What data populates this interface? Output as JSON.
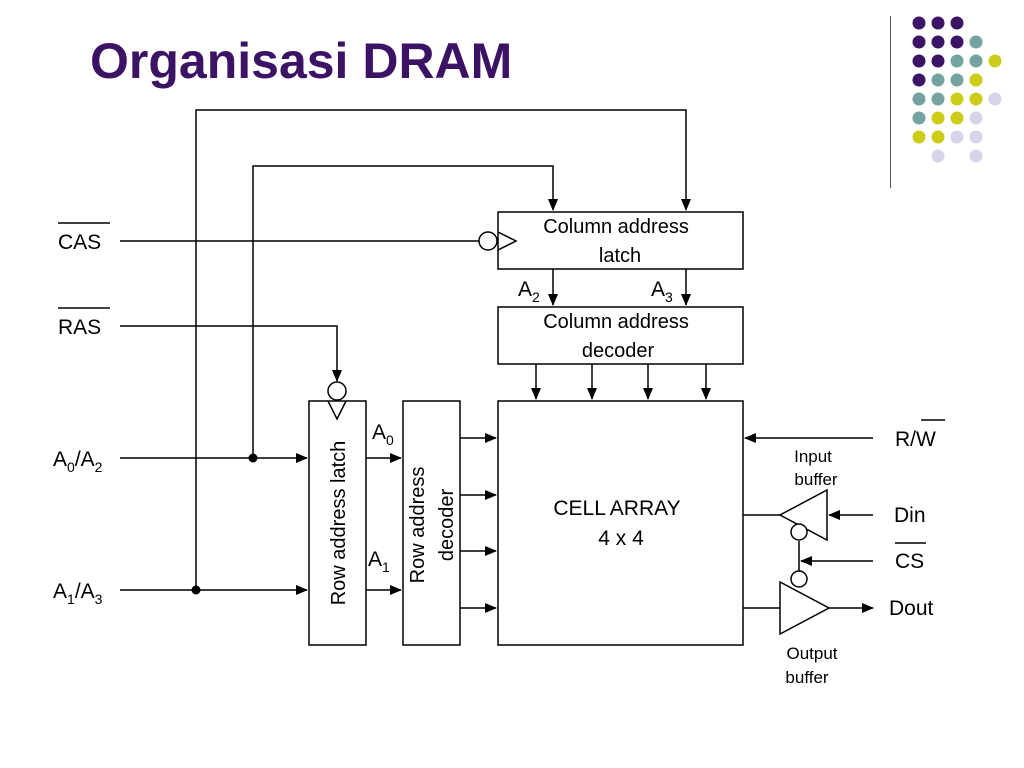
{
  "slide": {
    "title": "Organisasi DRAM"
  },
  "decoration": {
    "dot_colors": {
      "purple": "#3b1466",
      "teal": "#74a3a1",
      "yellow": "#cdcc1a",
      "lavender": "#d6d4e8"
    },
    "dot_grid": [
      [
        "purple",
        "purple",
        "purple",
        null,
        null
      ],
      [
        "purple",
        "purple",
        "purple",
        "teal",
        null
      ],
      [
        "purple",
        "purple",
        "teal",
        "teal",
        "yellow"
      ],
      [
        "purple",
        "teal",
        "teal",
        "yellow",
        null
      ],
      [
        "teal",
        "teal",
        "yellow",
        "yellow",
        "lavender"
      ],
      [
        "teal",
        "yellow",
        "yellow",
        "lavender",
        null
      ],
      [
        "yellow",
        "yellow",
        "lavender",
        "lavender",
        null
      ],
      [
        null,
        "lavender",
        null,
        "lavender",
        null
      ]
    ]
  },
  "diagram": {
    "inputs": {
      "cas": "CAS",
      "ras": "RAS",
      "a0_a2": {
        "base1": "A",
        "sub1": "0",
        "sep": "/",
        "base2": "A",
        "sub2": "2"
      },
      "a1_a3": {
        "base1": "A",
        "sub1": "1",
        "sep": "/",
        "base2": "A",
        "sub2": "3"
      },
      "rw": {
        "r": "R/",
        "w": "W"
      },
      "din": "Din",
      "cs": "CS",
      "dout": "Dout"
    },
    "blocks": {
      "column_latch": [
        "Column address",
        "latch"
      ],
      "column_decoder": [
        "Column address",
        "decoder"
      ],
      "row_latch": "Row address  latch",
      "row_decoder": [
        "Row address",
        "decoder"
      ],
      "cell_array": [
        "CELL ARRAY",
        "4 x 4"
      ],
      "input_buffer": [
        "Input",
        "buffer"
      ],
      "output_buffer": [
        "Output",
        "buffer"
      ]
    },
    "signals": {
      "a2": {
        "base": "A",
        "sub": "2"
      },
      "a3": {
        "base": "A",
        "sub": "3"
      },
      "a0": {
        "base": "A",
        "sub": "0"
      },
      "a1": {
        "base": "A",
        "sub": "1"
      }
    }
  }
}
